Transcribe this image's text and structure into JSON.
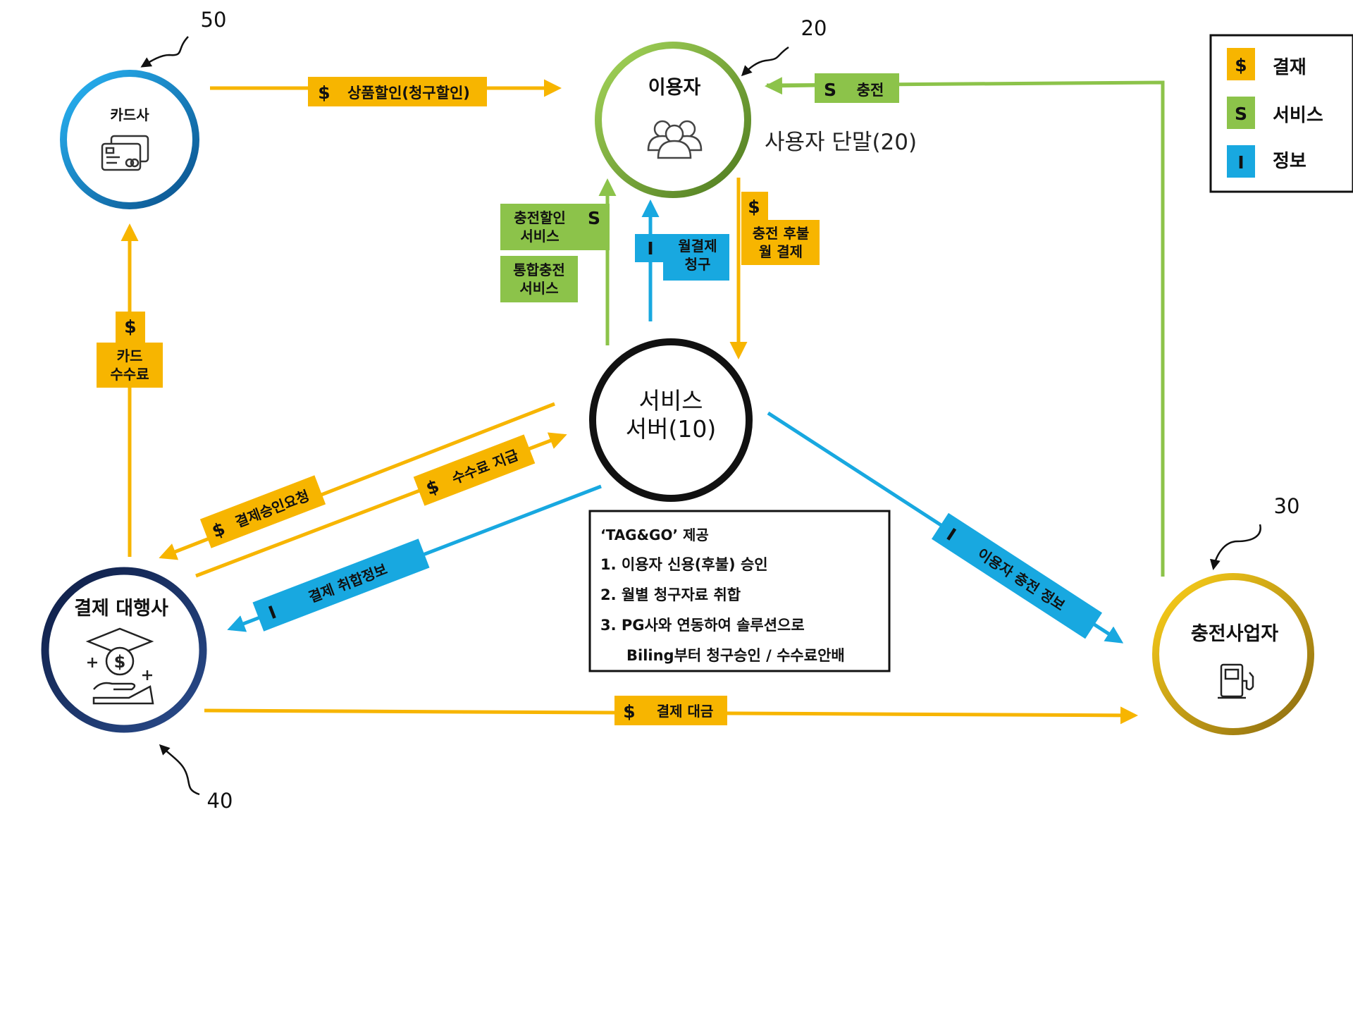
{
  "colors": {
    "payment": "#F7B500",
    "service": "#8CC34A",
    "info": "#18A8E0",
    "card_ring": "#0E84BF",
    "user_ring": "#8BC34A",
    "server_ring": "#111111",
    "pg_ring": "#14285A",
    "charger_ring": "#E2B200"
  },
  "legend": {
    "payment_symbol": "$",
    "payment_label": "결재",
    "service_symbol": "S",
    "service_label": "서비스",
    "info_symbol": "I",
    "info_label": "정보"
  },
  "nodes": {
    "card": {
      "label": "카드사",
      "ref": "50",
      "icon": "credit-card-icon"
    },
    "user": {
      "label": "이용자",
      "ref": "20",
      "terminal": "사용자 단말(20)",
      "icon": "users-icon"
    },
    "server": {
      "line1": "서비스",
      "line2": "서버(10)"
    },
    "pg": {
      "label": "결제 대행사",
      "ref": "40",
      "icon": "hand-coin-icon"
    },
    "charger": {
      "label": "충전사업자",
      "ref": "30",
      "icon": "fuel-pump-icon"
    }
  },
  "flows": {
    "card_user": {
      "symbol": "$",
      "label": "상품할인(청구할인)"
    },
    "charge": {
      "symbol": "S",
      "label": "충전"
    },
    "charge_discount": {
      "symbol": "S",
      "line1": "충전할인",
      "line2": "서비스"
    },
    "integrated_charge": {
      "line1": "통합충전",
      "line2": "서비스"
    },
    "monthly_bill": {
      "symbol": "I",
      "line1": "월결제",
      "line2": "청구"
    },
    "deferred_pay": {
      "symbol": "$",
      "line1": "충전 후불",
      "line2": "월 결제"
    },
    "card_fee": {
      "symbol": "$",
      "line1": "카드",
      "line2": "수수료"
    },
    "approval_request": {
      "symbol": "$",
      "label": "결제승인요청"
    },
    "fee_payment": {
      "symbol": "$",
      "label": "수수료 지급"
    },
    "aggregate_info": {
      "symbol": "I",
      "label": "결제 취합정보"
    },
    "user_charge_info": {
      "symbol": "I",
      "label": "이용자 충전 정보"
    },
    "settlement": {
      "symbol": "$",
      "label": "결제 대금"
    }
  },
  "info_box": {
    "title": "‘TAG&GO’ 제공",
    "item1": "1.  이용자 신용(후불) 승인",
    "item2": "2.  월별 청구자료 취합",
    "item3": "3.  PG사와 연동하여 솔루션으로",
    "item4": "Biling부터 청구승인 / 수수료안배"
  }
}
